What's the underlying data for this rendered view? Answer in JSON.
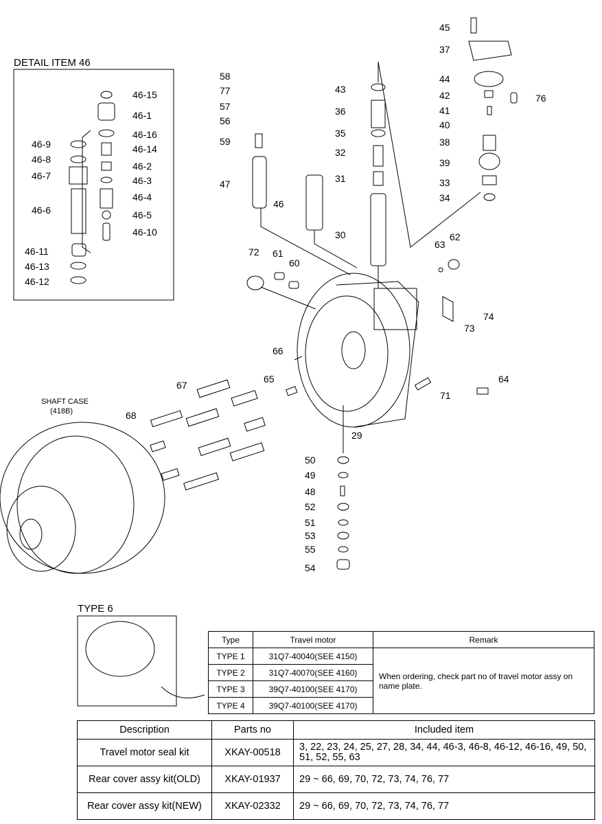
{
  "detail_title": "DETAIL ITEM 46",
  "shaft_case": {
    "line1": "SHAFT CASE",
    "line2": "(418B)"
  },
  "type6_label": "TYPE 6",
  "callouts": [
    "45",
    "37",
    "44",
    "42",
    "41",
    "40",
    "38",
    "39",
    "33",
    "34",
    "76",
    "43",
    "36",
    "35",
    "32",
    "31",
    "30",
    "58",
    "77",
    "57",
    "56",
    "59",
    "47",
    "46",
    "72",
    "61",
    "60",
    "63",
    "62",
    "74",
    "73",
    "66",
    "65",
    "64",
    "71",
    "29",
    "67",
    "68",
    "50",
    "49",
    "48",
    "52",
    "51",
    "53",
    "55",
    "54",
    "46-15",
    "46-1",
    "46-16",
    "46-9",
    "46-14",
    "46-8",
    "46-2",
    "46-7",
    "46-3",
    "46-4",
    "46-6",
    "46-5",
    "46-10",
    "46-11",
    "46-13",
    "46-12"
  ],
  "type_table": {
    "headers": [
      "Type",
      "Travel motor",
      "Remark"
    ],
    "rows": [
      {
        "type": "TYPE 1",
        "motor": "31Q7-40040(SEE 4150)"
      },
      {
        "type": "TYPE 2",
        "motor": "31Q7-40070(SEE 4160)"
      },
      {
        "type": "TYPE 3",
        "motor": "39Q7-40100(SEE 4170)"
      },
      {
        "type": "TYPE 4",
        "motor": "39Q7-40100(SEE 4170)"
      }
    ],
    "remark": "When ordering, check part no of travel motor assy on name plate."
  },
  "kit_table": {
    "headers": [
      "Description",
      "Parts no",
      "Included item"
    ],
    "rows": [
      {
        "desc": "Travel motor seal kit",
        "part": "XKAY-00518",
        "items": "3, 22, 23, 24, 25, 27, 28, 34, 44, 46-3, 46-8, 46-12, 46-16, 49, 50, 51, 52, 55, 63"
      },
      {
        "desc": "Rear cover assy kit(OLD)",
        "part": "XKAY-01937",
        "items": "29 ~ 66, 69, 70, 72, 73, 74, 76, 77"
      },
      {
        "desc": "Rear cover assy kit(NEW)",
        "part": "XKAY-02332",
        "items": "29 ~ 66, 69, 70, 72, 73, 74, 76, 77"
      }
    ]
  }
}
